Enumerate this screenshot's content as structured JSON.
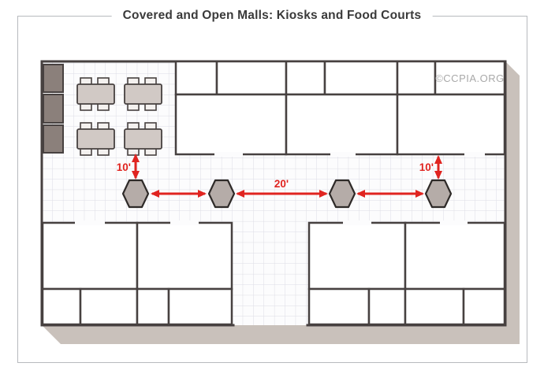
{
  "title": "Covered and Open Malls: Kiosks and Food Courts",
  "watermark": "©CCPIA.ORG",
  "dimensions": {
    "left_kiosk_clearance": "10'",
    "kiosk_spacing": "20'",
    "right_kiosk_clearance": "10'"
  },
  "counts": {
    "kiosks": 4,
    "food_court_tables": 4,
    "service_counters": 3,
    "top_small_rooms": 6,
    "top_large_rooms": 3,
    "bottom_large_rooms": 4,
    "bottom_small_rooms": 8
  },
  "colors": {
    "arrow_red": "#e02420",
    "wall": "#474140",
    "room_fill": "#ffffff",
    "floor": "#fcfcfd",
    "grid_line": "#dddde5",
    "kiosk_fill": "#b5aca8",
    "counter_fill": "#8b807b",
    "table_fill": "#d1c9c5",
    "chair_fill": "#f4f1ef",
    "shadow": "#c9c1bb",
    "frame_border": "#b7babe",
    "title_text": "#3a3a3a",
    "watermark_text": "#a9a9a9"
  }
}
